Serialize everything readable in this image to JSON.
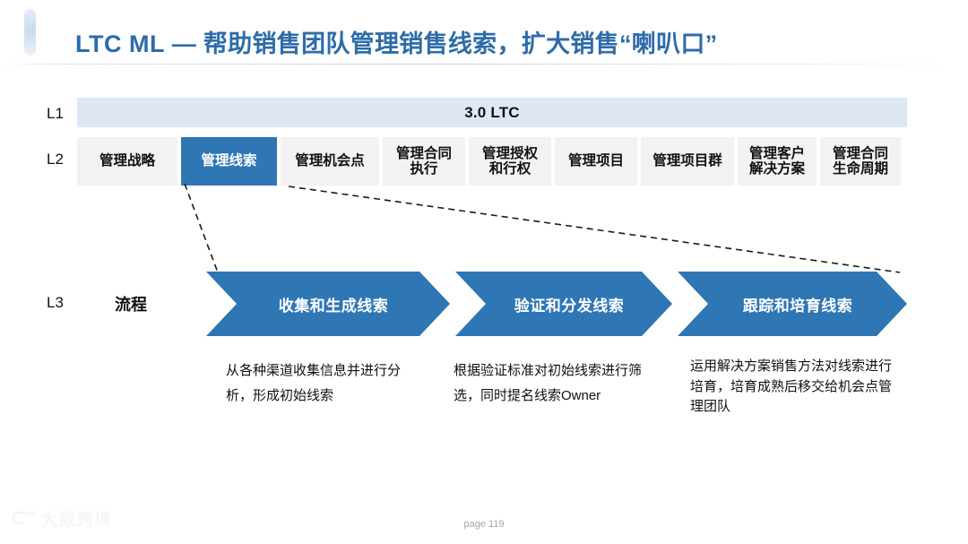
{
  "header": {
    "title_en": "LTC ML",
    "title_dash": " — ",
    "title_cn": "帮助销售团队管理销售线索，扩大销售“喇叭口”",
    "accent_color": "#2e6ca8"
  },
  "rows": {
    "l1_label": "L1",
    "l2_label": "L2",
    "l3_label": "L3",
    "flow_label": "流程"
  },
  "l1": {
    "title": "3.0 LTC",
    "bg_color": "#dee8f4"
  },
  "l2": {
    "active_color": "#2f76b4",
    "inactive_color": "#f2f2f2",
    "tabs": [
      {
        "label": "管理战略",
        "active": false
      },
      {
        "label": "管理线索",
        "active": true
      },
      {
        "label": "管理机会点",
        "active": false
      },
      {
        "label": "管理合同\n执行",
        "active": false
      },
      {
        "label": "管理授权\n和行权",
        "active": false
      },
      {
        "label": "管理项目",
        "active": false
      },
      {
        "label": "管理项目群",
        "active": false
      },
      {
        "label": "管理客户\n解决方案",
        "active": false
      },
      {
        "label": "管理合同\n生命周期",
        "active": false
      }
    ]
  },
  "l3": {
    "chevron_color": "#2f76b4",
    "steps": [
      {
        "label": "收集和生成线索",
        "description": "从各种渠道收集信息并进行分析，形成初始线索"
      },
      {
        "label": "验证和分发线索",
        "description": "根据验证标准对初始线索进行筛选，同时提名线索Owner"
      },
      {
        "label": "跟踪和培育线索",
        "description": "运用解决方案销售方法对线索进行培育，培育成熟后移交给机会点管理团队"
      }
    ]
  },
  "footer": {
    "page_number": "page 119",
    "watermark_mark": "ᑕ°°",
    "watermark_text": "大数跨境"
  }
}
